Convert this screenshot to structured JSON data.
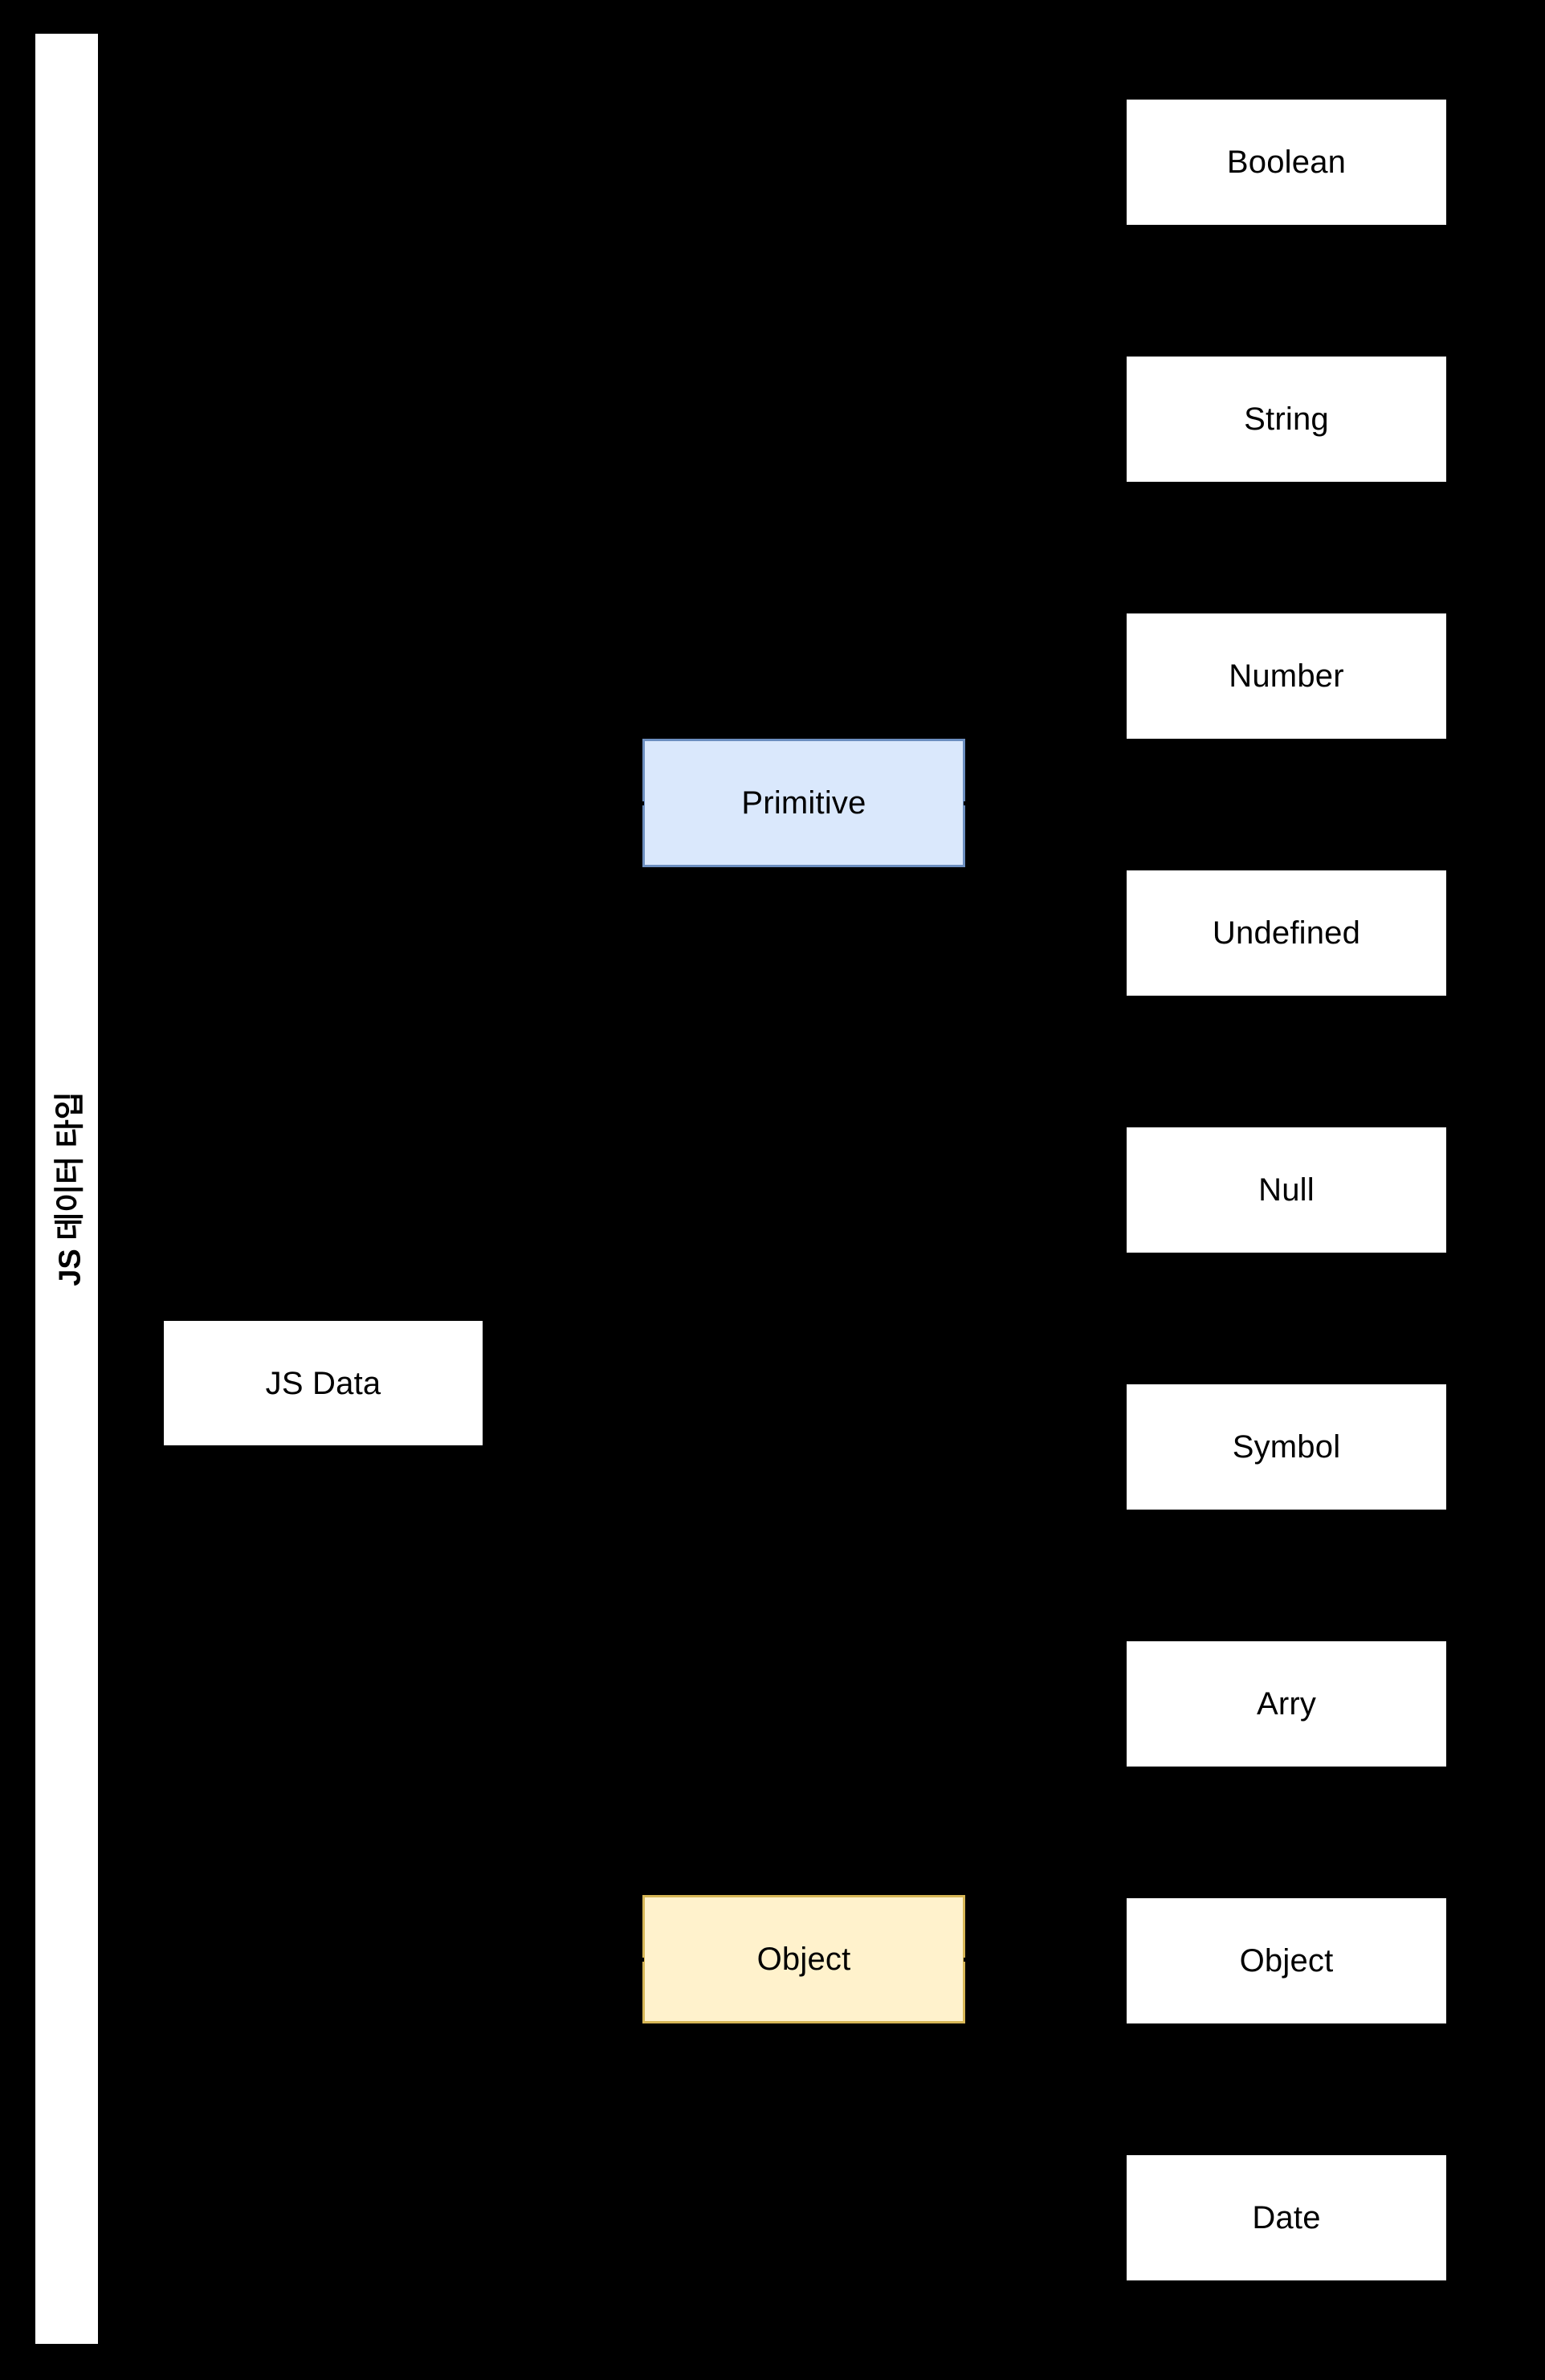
{
  "diagram": {
    "title_bar": {
      "label": "JS 데이터 타입",
      "orientation": "vertical-rotated-ccw",
      "background": "#ffffff",
      "text_color": "#000000"
    },
    "background_color": "#000000",
    "root": {
      "label": "JS Data",
      "fill": "#ffffff",
      "stroke": "none"
    },
    "branches": [
      {
        "label": "Primitive",
        "fill": "#dae8fc",
        "stroke": "#6c8ebf"
      },
      {
        "label": "Object",
        "fill": "#fff2cc",
        "stroke": "#d6b656"
      }
    ],
    "leaves": [
      {
        "label": "Boolean",
        "fill": "#ffffff",
        "parent": "Primitive"
      },
      {
        "label": "String",
        "fill": "#ffffff",
        "parent": "Primitive"
      },
      {
        "label": "Number",
        "fill": "#ffffff",
        "parent": "Primitive"
      },
      {
        "label": "Undefined",
        "fill": "#ffffff",
        "parent": "Primitive"
      },
      {
        "label": "Null",
        "fill": "#ffffff",
        "parent": "Primitive"
      },
      {
        "label": "Symbol",
        "fill": "#ffffff",
        "parent": "Primitive"
      },
      {
        "label": "Arry",
        "fill": "#ffffff",
        "parent": "Object"
      },
      {
        "label": "Object",
        "fill": "#ffffff",
        "parent": "Object"
      },
      {
        "label": "Date",
        "fill": "#ffffff",
        "parent": "Object"
      }
    ]
  }
}
